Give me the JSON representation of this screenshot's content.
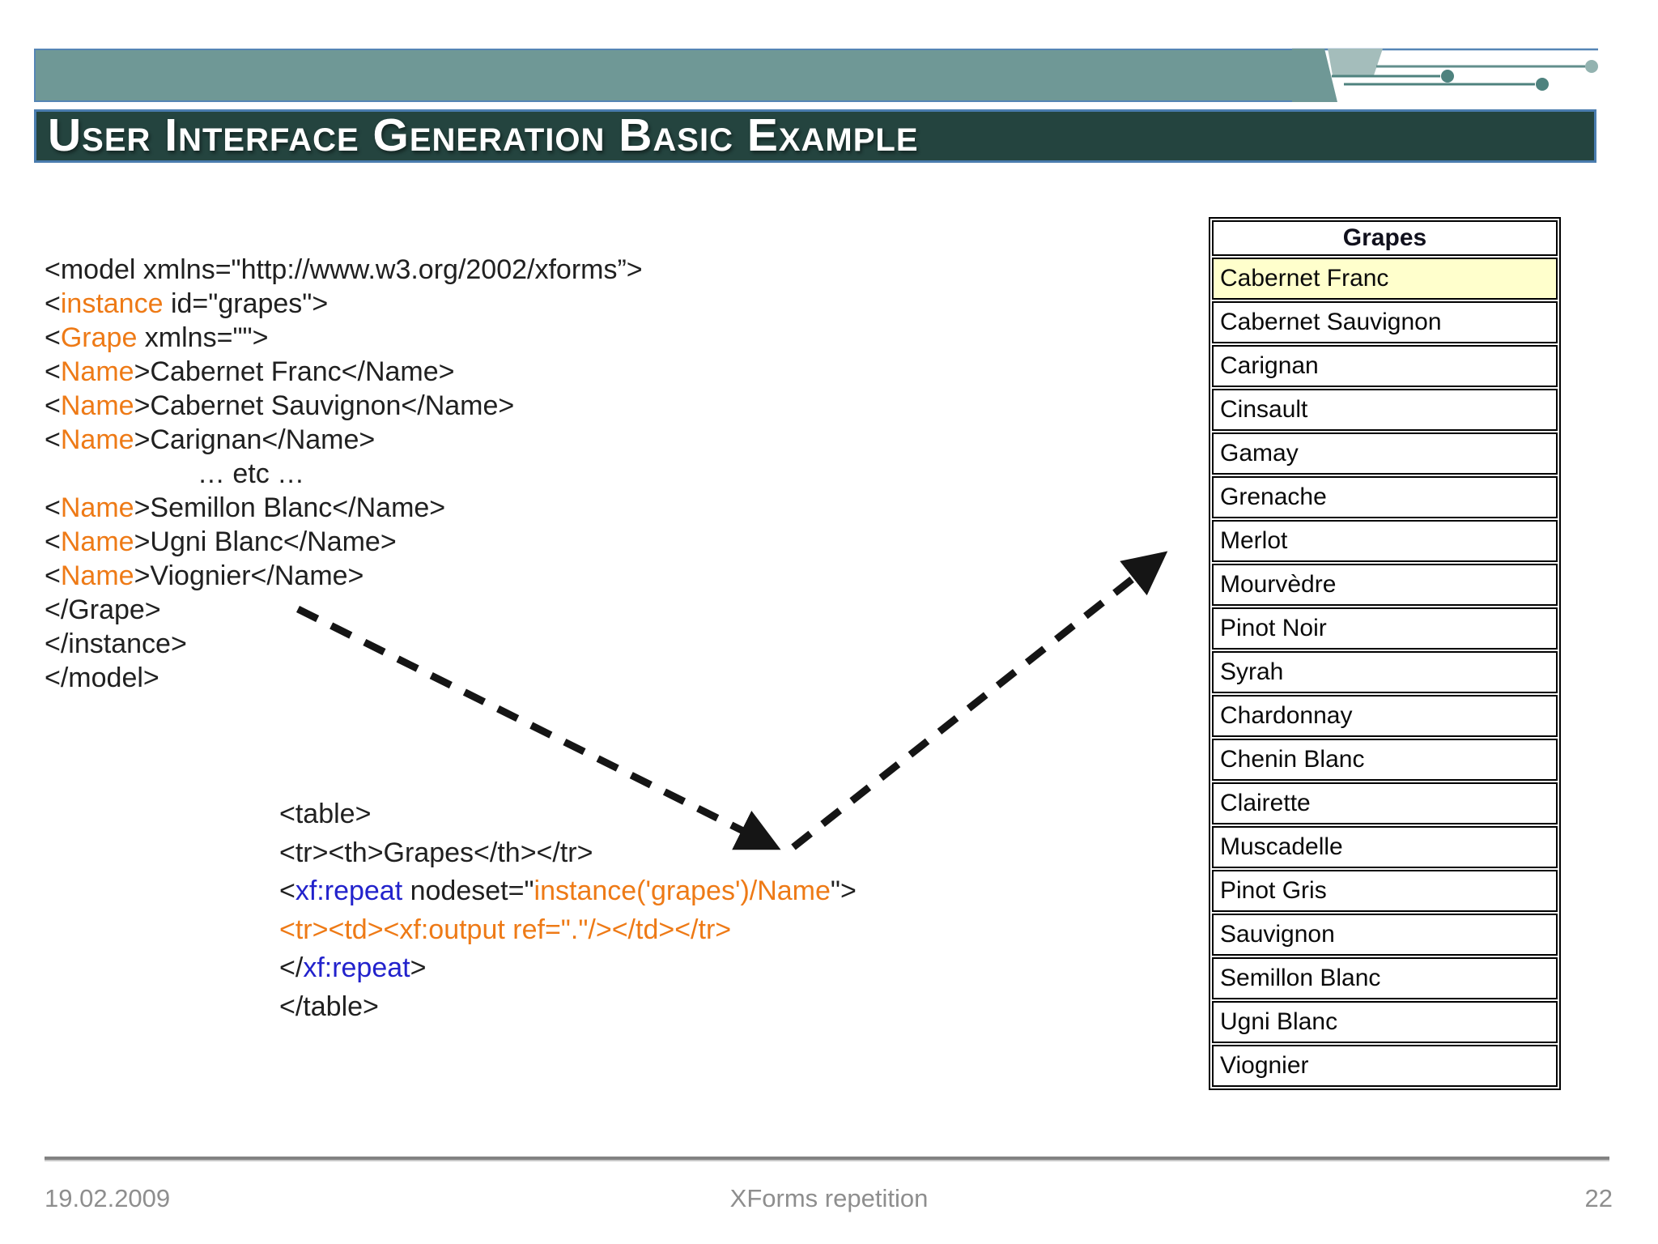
{
  "header": {
    "title": "User Interface Generation Basic Example"
  },
  "colors": {
    "band_teal": "#6F9896",
    "band_teal_light": "#A4BDBB",
    "band_border_blue": "#5585B5",
    "titlebar_bg": "#24443F",
    "titlebar_border_blue": "#4A7CAE",
    "code_black": "#202020",
    "code_orange": "#EE7A16",
    "code_blue": "#2222CC",
    "table_highlight_yellow": "#FFFFCC",
    "footer_gray": "#8E8E8E",
    "arrow_black": "#151515"
  },
  "icons": {
    "left_arrow": "dashed-arrow-down-right",
    "right_arrow": "dashed-arrow-up-right",
    "deco_dots": "teal-connector-dots"
  },
  "code_model": {
    "lines": [
      [
        {
          "t": "<model xmlns=\"http://www.w3.org/2002/xforms”>",
          "c": "k"
        }
      ],
      [
        {
          "t": "<",
          "c": "k"
        },
        {
          "t": "instance",
          "c": "o"
        },
        {
          "t": " id=\"grapes\">",
          "c": "k"
        }
      ],
      [
        {
          "t": "<",
          "c": "k"
        },
        {
          "t": "Grape",
          "c": "o"
        },
        {
          "t": " xmlns=\"\">",
          "c": "k"
        }
      ],
      [
        {
          "t": "<",
          "c": "k"
        },
        {
          "t": "Name",
          "c": "o"
        },
        {
          "t": ">Cabernet Franc</Name>",
          "c": "k"
        }
      ],
      [
        {
          "t": "<",
          "c": "k"
        },
        {
          "t": "Name",
          "c": "o"
        },
        {
          "t": ">Cabernet Sauvignon</Name>",
          "c": "k"
        }
      ],
      [
        {
          "t": "<",
          "c": "k"
        },
        {
          "t": "Name",
          "c": "o"
        },
        {
          "t": ">Carignan</Name>",
          "c": "k"
        }
      ],
      [
        {
          "t": "                    … etc …",
          "c": "k"
        }
      ],
      [
        {
          "t": "<",
          "c": "k"
        },
        {
          "t": "Name",
          "c": "o"
        },
        {
          "t": ">Semillon Blanc</Name>",
          "c": "k"
        }
      ],
      [
        {
          "t": "<",
          "c": "k"
        },
        {
          "t": "Name",
          "c": "o"
        },
        {
          "t": ">Ugni Blanc</Name>",
          "c": "k"
        }
      ],
      [
        {
          "t": "<",
          "c": "k"
        },
        {
          "t": "Name",
          "c": "o"
        },
        {
          "t": ">Viognier</Name>",
          "c": "k"
        }
      ],
      [
        {
          "t": "</Grape>",
          "c": "k"
        }
      ],
      [
        {
          "t": "</instance>",
          "c": "k"
        }
      ],
      [
        {
          "t": "</model>",
          "c": "k"
        }
      ]
    ]
  },
  "code_table": {
    "lines": [
      [
        {
          "t": "<table>",
          "c": "k"
        }
      ],
      [
        {
          "t": "<tr><th>Grapes</th></tr>",
          "c": "k"
        }
      ],
      [
        {
          "t": "<",
          "c": "k"
        },
        {
          "t": "xf:repeat",
          "c": "b"
        },
        {
          "t": " nodeset=\"",
          "c": "k"
        },
        {
          "t": "instance('grapes')/Name",
          "c": "o"
        },
        {
          "t": "\">",
          "c": "k"
        }
      ],
      [
        {
          "t": "<tr><td><xf:output ref=\".\"/></td></tr>",
          "c": "o"
        }
      ],
      [
        {
          "t": "</",
          "c": "k"
        },
        {
          "t": "xf:repeat",
          "c": "b"
        },
        {
          "t": ">",
          "c": "k"
        }
      ],
      [
        {
          "t": "</table>",
          "c": "k"
        }
      ]
    ]
  },
  "grapes_table": {
    "header": "Grapes",
    "highlight_index": 0,
    "rows": [
      "Cabernet Franc",
      "Cabernet Sauvignon",
      "Carignan",
      "Cinsault",
      "Gamay",
      "Grenache",
      "Merlot",
      "Mourvèdre",
      "Pinot Noir",
      "Syrah",
      "Chardonnay",
      "Chenin Blanc",
      "Clairette",
      "Muscadelle",
      "Pinot Gris",
      "Sauvignon",
      "Semillon Blanc",
      "Ugni Blanc",
      "Viognier"
    ]
  },
  "footer": {
    "date": "19.02.2009",
    "center": "XForms repetition",
    "page": "22"
  }
}
